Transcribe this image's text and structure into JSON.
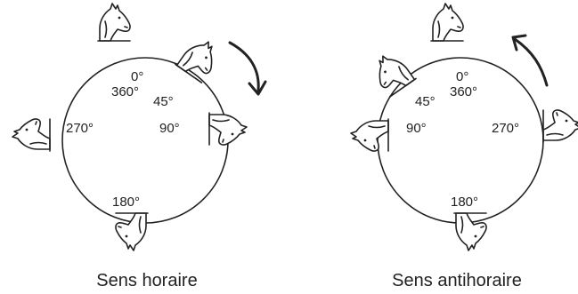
{
  "diagrams": [
    {
      "caption": "Sens horaire",
      "labels": {
        "top_a": "0°",
        "top_b": "360°",
        "diag": "45°",
        "left": "270°",
        "right": "90°",
        "bottom": "180°"
      },
      "arrow_direction": "clockwise"
    },
    {
      "caption": "Sens antihoraire",
      "labels": {
        "top_a": "0°",
        "top_b": "360°",
        "diag": "45°",
        "left": "90°",
        "right": "270°",
        "bottom": "180°"
      },
      "arrow_direction": "counterclockwise"
    }
  ],
  "icons": {
    "piece": "knight-icon",
    "rotation": "curved-arrow-icon"
  }
}
